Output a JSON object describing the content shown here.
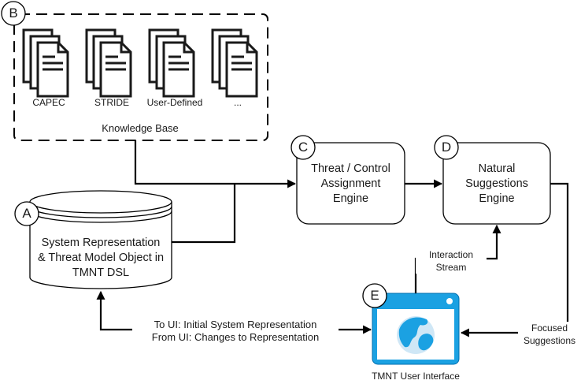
{
  "knowledge_base": {
    "letter": "B",
    "label": "Knowledge Base",
    "items": [
      "CAPEC",
      "STRIDE",
      "User-Defined",
      "..."
    ]
  },
  "system_representation": {
    "letter": "A",
    "label_lines": [
      "System Representation",
      "& Threat Model Object in",
      "TMNT DSL"
    ]
  },
  "threat_engine": {
    "letter": "C",
    "label_lines": [
      "Threat / Control",
      "Assignment",
      "Engine"
    ]
  },
  "suggestions_engine": {
    "letter": "D",
    "label_lines": [
      "Natural",
      "Suggestions",
      "Engine"
    ]
  },
  "user_interface": {
    "letter": "E",
    "label": "TMNT User Interface"
  },
  "edges": {
    "ui_link": [
      "To UI: Initial System Representation",
      "From UI: Changes to Representation"
    ],
    "interaction": [
      "Interaction",
      "Stream"
    ],
    "focused": [
      "Focused",
      "Suggestions"
    ]
  },
  "colors": {
    "ui_window": "#1ba1e2",
    "ui_window_stroke": "#006eaf",
    "stroke": "#000000"
  }
}
